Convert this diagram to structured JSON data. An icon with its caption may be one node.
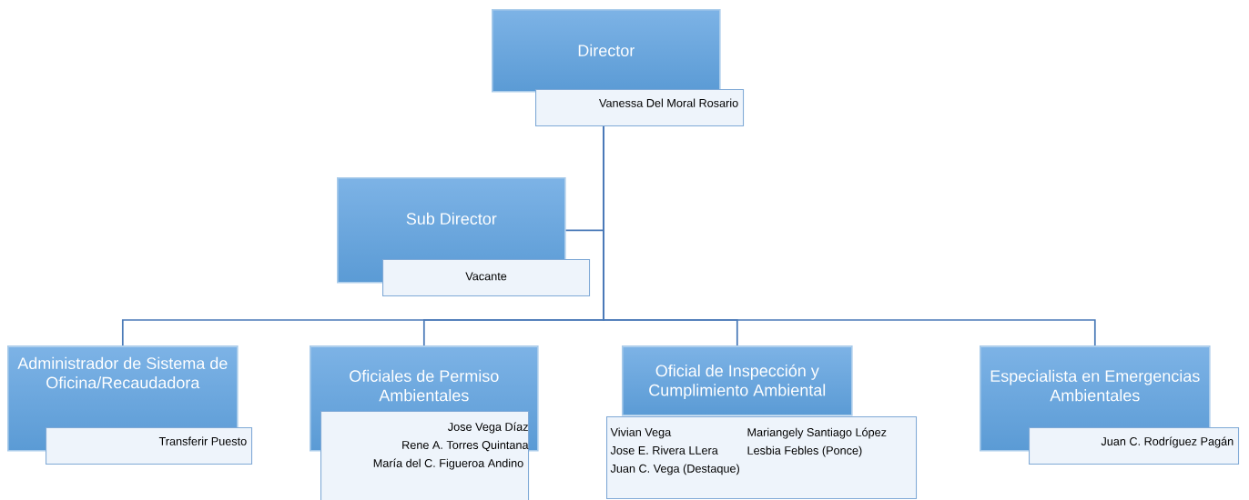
{
  "diagram": {
    "nodes": [
      {
        "text": [
          "Director"
        ]
      },
      {
        "text": [
          "Vanessa Del Moral Rosario"
        ]
      },
      {
        "text": [
          "Sub Director"
        ]
      },
      {
        "text": [
          "Vacante"
        ]
      },
      {
        "text": [
          "Administrador de Sistema de Oficina/Recaudadora"
        ]
      },
      {
        "text": [
          "Transferir Puesto"
        ]
      },
      {
        "text": [
          "Oficiales de Permiso Ambientales"
        ]
      },
      {
        "text": [
          "Jose Vega Díaz",
          "Rene A. Torres Quintana",
          "María del C. Figueroa Andino"
        ]
      },
      {
        "text": [
          "Oficial de Inspección y Cumplimiento Ambiental"
        ]
      },
      {
        "text": [
          "Vivian Vega",
          "Mariangely Santiago López",
          "Jose E. Rivera LLera",
          "Lesbia Febles (Ponce)",
          "Juan C. Vega (Destaque)"
        ]
      },
      {
        "text": [
          "Especialista en Emergencias Ambientales"
        ]
      },
      {
        "text": [
          "Juan C. Rodríguez Pagán"
        ]
      }
    ],
    "edges": [
      {
        "from": 1,
        "to": 2,
        "arrow": "none"
      },
      {
        "from": 1,
        "to": 4,
        "arrow": "none"
      },
      {
        "from": 1,
        "to": 6,
        "arrow": "none"
      },
      {
        "from": 1,
        "to": 8,
        "arrow": "none"
      },
      {
        "from": 1,
        "to": 10,
        "arrow": "none"
      }
    ]
  }
}
